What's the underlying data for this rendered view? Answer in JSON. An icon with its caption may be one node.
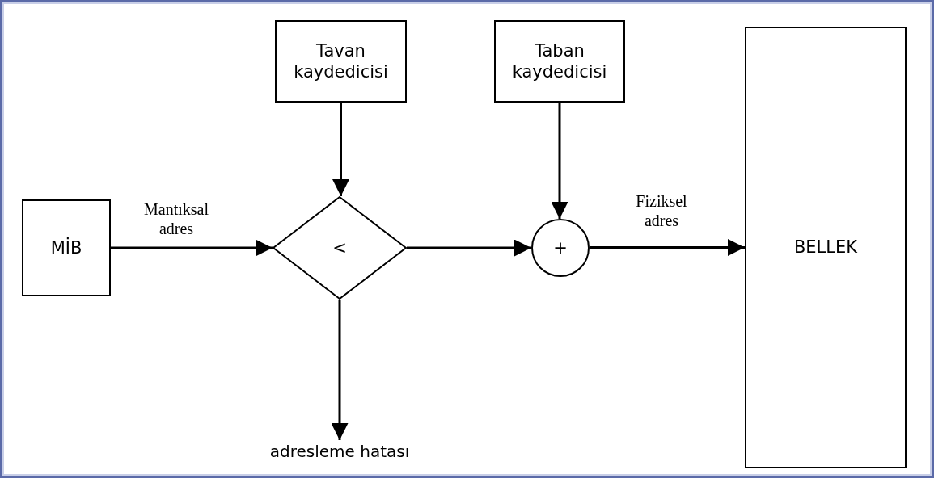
{
  "diagram": {
    "nodes": [
      {
        "text": [
          "Tavan kaydedicisi"
        ]
      },
      {
        "text": [
          "Taban kaydedicisi"
        ]
      },
      {
        "text": [
          "MİB"
        ]
      },
      {
        "text": [
          "<"
        ]
      },
      {
        "text": [
          "+"
        ]
      },
      {
        "text": [
          "BELLEK"
        ]
      },
      {
        "text": [
          "adresleme hatası"
        ]
      }
    ],
    "edges": [
      {
        "from": 2,
        "to": 3,
        "arrow": "to",
        "label": "Mantıksal adres"
      },
      {
        "from": 0,
        "to": 3,
        "arrow": "to"
      },
      {
        "from": 3,
        "to": 4,
        "arrow": "to"
      },
      {
        "from": 1,
        "to": 4,
        "arrow": "to"
      },
      {
        "from": 4,
        "to": 5,
        "arrow": "to",
        "label": "Fiziksel adres"
      },
      {
        "from": 3,
        "to": 6,
        "arrow": "to"
      }
    ]
  }
}
